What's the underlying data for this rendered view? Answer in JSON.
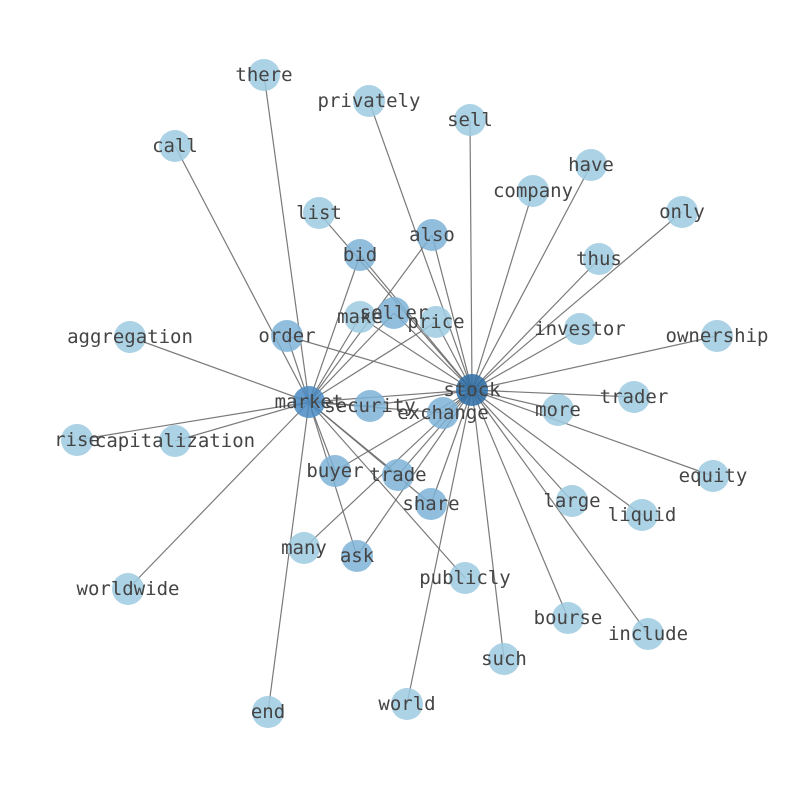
{
  "graph": {
    "colors": {
      "hub_dark": "#2e6ea6",
      "hub_mid": "#4a8bc2",
      "node_mid": "#7fb3d8",
      "node_light": "#9ecae1",
      "edge": "#6b6b6b",
      "label": "#444444"
    },
    "nodes": [
      {
        "id": "stock",
        "label": "stock",
        "tone": "hub_dark"
      },
      {
        "id": "market",
        "label": "market",
        "tone": "hub_mid"
      },
      {
        "id": "exchange",
        "label": "exchange",
        "tone": "node_mid"
      },
      {
        "id": "security",
        "label": "security",
        "tone": "node_mid"
      },
      {
        "id": "seller",
        "label": "seller",
        "tone": "node_mid"
      },
      {
        "id": "buyer",
        "label": "buyer",
        "tone": "node_mid"
      },
      {
        "id": "trade",
        "label": "trade",
        "tone": "node_mid"
      },
      {
        "id": "ask",
        "label": "ask",
        "tone": "node_mid"
      },
      {
        "id": "bid",
        "label": "bid",
        "tone": "node_mid"
      },
      {
        "id": "also",
        "label": "also",
        "tone": "node_mid"
      },
      {
        "id": "share",
        "label": "share",
        "tone": "node_mid"
      },
      {
        "id": "order",
        "label": "order",
        "tone": "node_mid"
      },
      {
        "id": "price",
        "label": "price",
        "tone": "node_light"
      },
      {
        "id": "make",
        "label": "make",
        "tone": "node_light"
      },
      {
        "id": "there",
        "label": "there",
        "tone": "node_light"
      },
      {
        "id": "privately",
        "label": "privately",
        "tone": "node_light"
      },
      {
        "id": "sell",
        "label": "sell",
        "tone": "node_light"
      },
      {
        "id": "call",
        "label": "call",
        "tone": "node_light"
      },
      {
        "id": "have",
        "label": "have",
        "tone": "node_light"
      },
      {
        "id": "company",
        "label": "company",
        "tone": "node_light"
      },
      {
        "id": "only",
        "label": "only",
        "tone": "node_light"
      },
      {
        "id": "list",
        "label": "list",
        "tone": "node_light"
      },
      {
        "id": "thus",
        "label": "thus",
        "tone": "node_light"
      },
      {
        "id": "investor",
        "label": "investor",
        "tone": "node_light"
      },
      {
        "id": "ownership",
        "label": "ownership",
        "tone": "node_light"
      },
      {
        "id": "aggregation",
        "label": "aggregation",
        "tone": "node_light"
      },
      {
        "id": "trader",
        "label": "trader",
        "tone": "node_light"
      },
      {
        "id": "more",
        "label": "more",
        "tone": "node_light"
      },
      {
        "id": "rise",
        "label": "rise",
        "tone": "node_light"
      },
      {
        "id": "capitalization",
        "label": "capitalization",
        "tone": "node_light"
      },
      {
        "id": "equity",
        "label": "equity",
        "tone": "node_light"
      },
      {
        "id": "large",
        "label": "large",
        "tone": "node_light"
      },
      {
        "id": "liquid",
        "label": "liquid",
        "tone": "node_light"
      },
      {
        "id": "many",
        "label": "many",
        "tone": "node_light"
      },
      {
        "id": "worldwide",
        "label": "worldwide",
        "tone": "node_light"
      },
      {
        "id": "publicly",
        "label": "publicly",
        "tone": "node_light"
      },
      {
        "id": "bourse",
        "label": "bourse",
        "tone": "node_light"
      },
      {
        "id": "include",
        "label": "include",
        "tone": "node_light"
      },
      {
        "id": "such",
        "label": "such",
        "tone": "node_light"
      },
      {
        "id": "world",
        "label": "world",
        "tone": "node_light"
      },
      {
        "id": "end",
        "label": "end",
        "tone": "node_light"
      }
    ],
    "edges": [
      [
        "stock",
        "market"
      ],
      [
        "stock",
        "exchange"
      ],
      [
        "stock",
        "security"
      ],
      [
        "stock",
        "seller"
      ],
      [
        "stock",
        "buyer"
      ],
      [
        "stock",
        "trade"
      ],
      [
        "stock",
        "ask"
      ],
      [
        "stock",
        "bid"
      ],
      [
        "stock",
        "also"
      ],
      [
        "stock",
        "share"
      ],
      [
        "stock",
        "order"
      ],
      [
        "stock",
        "price"
      ],
      [
        "stock",
        "make"
      ],
      [
        "stock",
        "privately"
      ],
      [
        "stock",
        "sell"
      ],
      [
        "stock",
        "have"
      ],
      [
        "stock",
        "company"
      ],
      [
        "stock",
        "only"
      ],
      [
        "stock",
        "list"
      ],
      [
        "stock",
        "thus"
      ],
      [
        "stock",
        "investor"
      ],
      [
        "stock",
        "ownership"
      ],
      [
        "stock",
        "trader"
      ],
      [
        "stock",
        "more"
      ],
      [
        "stock",
        "equity"
      ],
      [
        "stock",
        "large"
      ],
      [
        "stock",
        "liquid"
      ],
      [
        "stock",
        "many"
      ],
      [
        "stock",
        "bourse"
      ],
      [
        "stock",
        "include"
      ],
      [
        "stock",
        "such"
      ],
      [
        "stock",
        "world"
      ],
      [
        "market",
        "exchange"
      ],
      [
        "market",
        "security"
      ],
      [
        "market",
        "seller"
      ],
      [
        "market",
        "buyer"
      ],
      [
        "market",
        "trade"
      ],
      [
        "market",
        "ask"
      ],
      [
        "market",
        "bid"
      ],
      [
        "market",
        "also"
      ],
      [
        "market",
        "share"
      ],
      [
        "market",
        "order"
      ],
      [
        "market",
        "price"
      ],
      [
        "market",
        "make"
      ],
      [
        "market",
        "there"
      ],
      [
        "market",
        "call"
      ],
      [
        "market",
        "aggregation"
      ],
      [
        "market",
        "rise"
      ],
      [
        "market",
        "capitalization"
      ],
      [
        "market",
        "worldwide"
      ],
      [
        "market",
        "publicly"
      ],
      [
        "market",
        "end"
      ]
    ]
  }
}
